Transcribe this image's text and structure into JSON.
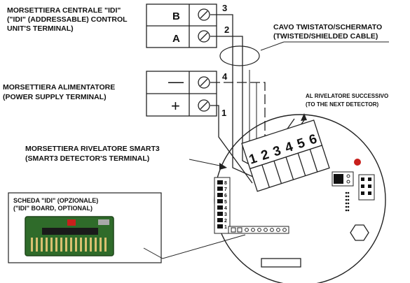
{
  "control_unit": {
    "label_line1": "MORSETTIERA CENTRALE \"IDI\"",
    "label_line2": "(\"IDI\" (ADDRESSABLE) CONTROL",
    "label_line3": "UNIT'S TERMINAL)",
    "term_b": "B",
    "term_a": "A"
  },
  "cable": {
    "label_line1": "CAVO TWISTATO/SCHERMATO",
    "label_line2": "(TWISTED/SHIELDED CABLE)"
  },
  "power_supply": {
    "label_line1": "MORSETTIERA ALIMENTATORE",
    "label_line2": "(POWER SUPPLY TERMINAL)",
    "minus": "—",
    "plus": "+"
  },
  "next_detector": {
    "label_line1": "AL RIVELATORE SUCCESSIVO",
    "label_line2": "(TO THE NEXT DETECTOR)"
  },
  "detector": {
    "label_line1": "MORSETTIERA RIVELATORE SMART3",
    "label_line2": "(SMART3 DETECTOR'S TERMINAL)",
    "terminals": [
      "1",
      "2",
      "3",
      "4",
      "5",
      "6"
    ]
  },
  "wires": {
    "w3": "3",
    "w2": "2",
    "w4": "4",
    "w1": "1"
  },
  "board": {
    "label_line1": "SCHEDA \"IDI\" (OPZIONALE)",
    "label_line2": "(\"IDI\" BOARD, OPTIONAL)"
  },
  "dip_switch_numbers": [
    "8",
    "7",
    "6",
    "5",
    "4",
    "3",
    "2",
    "1"
  ],
  "colors": {
    "led_red": "#c8201c",
    "pcb_green": "#2f6b2a"
  }
}
